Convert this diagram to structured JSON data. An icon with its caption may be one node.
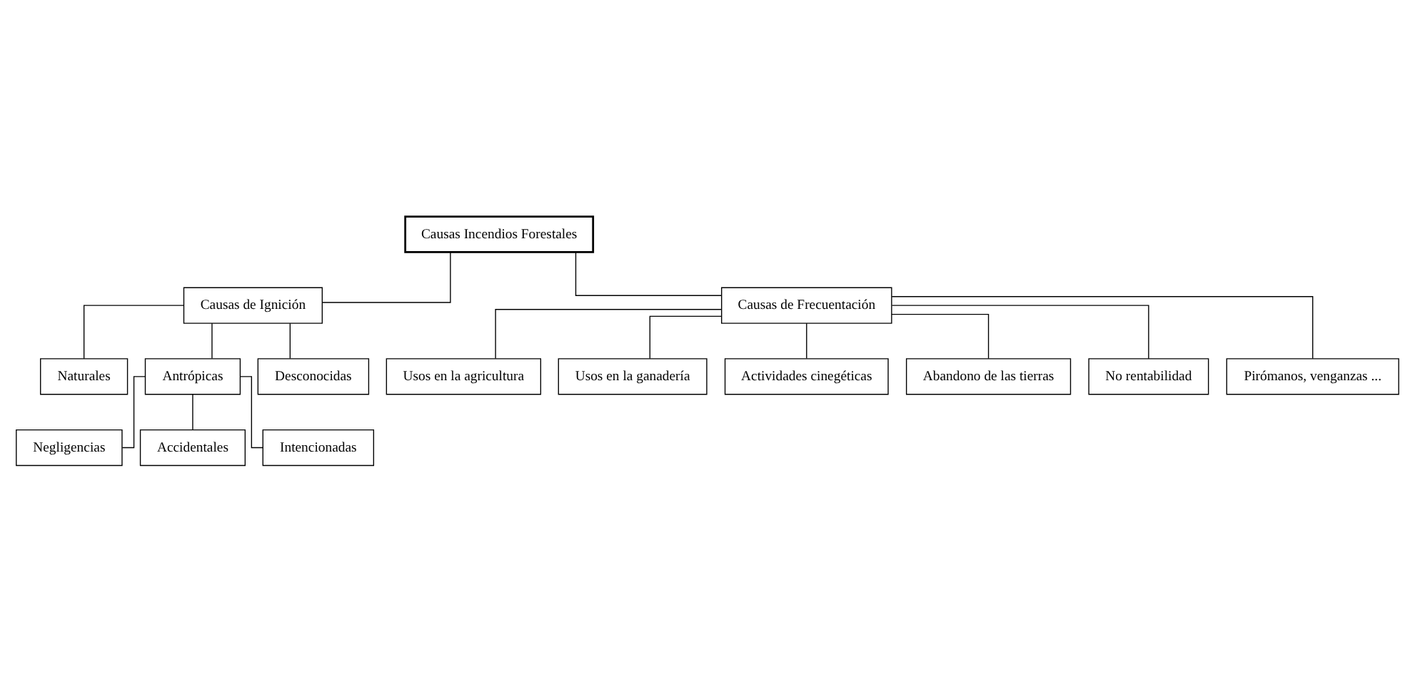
{
  "diagram": {
    "nodes": [
      {
        "text": [
          "Causas Incendios Forestales"
        ]
      },
      {
        "text": [
          "Causas de Ignición"
        ]
      },
      {
        "text": [
          "Causas de Frecuentación"
        ]
      },
      {
        "text": [
          "Naturales"
        ]
      },
      {
        "text": [
          "Antrópicas"
        ]
      },
      {
        "text": [
          "Desconocidas"
        ]
      },
      {
        "text": [
          "Negligencias"
        ]
      },
      {
        "text": [
          "Accidentales"
        ]
      },
      {
        "text": [
          "Intencionadas"
        ]
      },
      {
        "text": [
          "Usos en la agricultura"
        ]
      },
      {
        "text": [
          "Usos en la ganadería"
        ]
      },
      {
        "text": [
          "Actividades cinegéticas"
        ]
      },
      {
        "text": [
          "Abandono de las tierras"
        ]
      },
      {
        "text": [
          "No rentabilidad"
        ]
      },
      {
        "text": [
          "Pirómanos, venganzas ..."
        ]
      }
    ],
    "edges": [
      {
        "from": 0,
        "to": 1,
        "arrow": "none"
      },
      {
        "from": 0,
        "to": 2,
        "arrow": "none"
      },
      {
        "from": 1,
        "to": 3,
        "arrow": "none"
      },
      {
        "from": 1,
        "to": 4,
        "arrow": "none"
      },
      {
        "from": 1,
        "to": 5,
        "arrow": "none"
      },
      {
        "from": 4,
        "to": 6,
        "arrow": "none"
      },
      {
        "from": 4,
        "to": 7,
        "arrow": "none"
      },
      {
        "from": 4,
        "to": 8,
        "arrow": "none"
      },
      {
        "from": 2,
        "to": 9,
        "arrow": "none"
      },
      {
        "from": 2,
        "to": 10,
        "arrow": "none"
      },
      {
        "from": 2,
        "to": 11,
        "arrow": "none"
      },
      {
        "from": 2,
        "to": 12,
        "arrow": "none"
      },
      {
        "from": 2,
        "to": 13,
        "arrow": "none"
      },
      {
        "from": 2,
        "to": 14,
        "arrow": "none"
      }
    ]
  }
}
